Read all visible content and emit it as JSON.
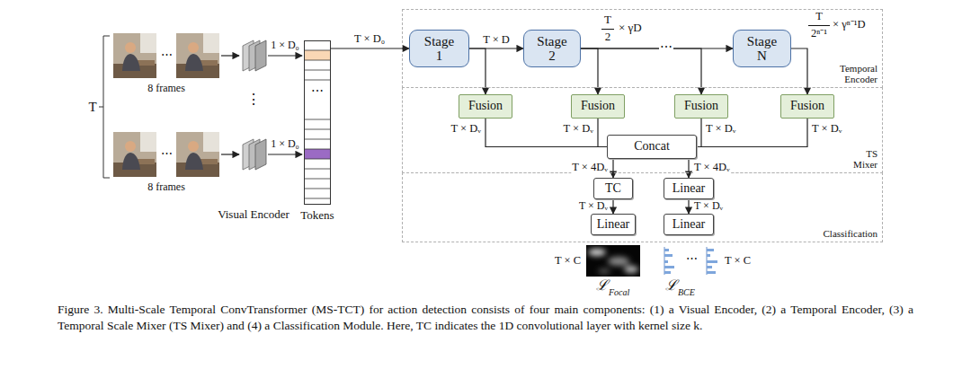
{
  "diagram": {
    "caption": "Figure 3. Multi-Scale Temporal ConvTransformer (MS-TCT) for action detection consists of four main components: (1) a Visual Encoder, (2) a Temporal Encoder, (3) a Temporal Scale Mixer (TS Mixer) and (4) a Classification Module. Here, TC indicates the 1D convolutional layer with kernel size k.",
    "nodes": [
      {
        "text": [
          "⋯",
          "Tokens"
        ]
      },
      {
        "text": [
          "Temporal Encoder"
        ]
      },
      {
        "text": [
          "Stage 1"
        ],
        "in": 1
      },
      {
        "text": [
          "Stage 2"
        ],
        "in": 1
      },
      {
        "text": [
          "Stage N"
        ],
        "in": 1
      },
      {
        "text": [
          "TS Mixer"
        ]
      },
      {
        "text": [
          "Fusion"
        ],
        "in": 5
      },
      {
        "text": [
          "Fusion"
        ],
        "in": 5
      },
      {
        "text": [
          "Fusion"
        ],
        "in": 5
      },
      {
        "text": [
          "Fusion"
        ],
        "in": 5
      },
      {
        "text": [
          "Concat"
        ],
        "in": 5
      },
      {
        "text": [
          "Classification"
        ]
      },
      {
        "text": [
          "TC"
        ],
        "in": 11
      },
      {
        "text": [
          "Linear"
        ],
        "in": 11
      },
      {
        "text": [
          "Linear"
        ],
        "in": 11
      },
      {
        "text": [
          "Linear"
        ],
        "in": 11
      }
    ],
    "edges": [
      {
        "from": 0,
        "to": 2,
        "arrow": "to",
        "label": "T × D₀"
      },
      {
        "from": 2,
        "to": 3,
        "arrow": "to",
        "label": "T × D"
      },
      {
        "from": 3,
        "to": 4,
        "arrow": "to",
        "label": "⋯"
      },
      {
        "from": 2,
        "to": 6,
        "arrow": "to"
      },
      {
        "from": 3,
        "to": 7,
        "arrow": "to"
      },
      {
        "from": 3,
        "to": 8,
        "arrow": "to"
      },
      {
        "from": 4,
        "to": 9,
        "arrow": "to"
      },
      {
        "from": 6,
        "to": 10,
        "arrow": "none",
        "label": "T × Dᵥ"
      },
      {
        "from": 7,
        "to": 10,
        "arrow": "none",
        "label": "T × Dᵥ"
      },
      {
        "from": 8,
        "to": 10,
        "arrow": "none",
        "label": "T × Dᵥ"
      },
      {
        "from": 9,
        "to": 10,
        "arrow": "none",
        "label": "T × Dᵥ"
      },
      {
        "from": 10,
        "to": 12,
        "arrow": "to",
        "label": "T × 4Dᵥ"
      },
      {
        "from": 10,
        "to": 13,
        "arrow": "to",
        "label": "T × 4Dᵥ"
      },
      {
        "from": 12,
        "to": 14,
        "arrow": "to",
        "label": "T × Dᵥ"
      },
      {
        "from": 13,
        "to": 15,
        "arrow": "to",
        "label": "T × Dᵥ"
      }
    ],
    "labels": [
      "T",
      "8 frames",
      "⋯",
      "1 × D₀",
      "⋮",
      "⋯",
      "8 frames",
      "1 × D₀",
      "Visual Encoder",
      "T",
      "2",
      "× γD",
      "T",
      "2ⁿ⁻¹",
      "× γⁿ⁻¹D",
      "T × C",
      "⋯",
      "T × C",
      "ℒ",
      "Focal",
      "ℒ",
      "BCE"
    ]
  }
}
